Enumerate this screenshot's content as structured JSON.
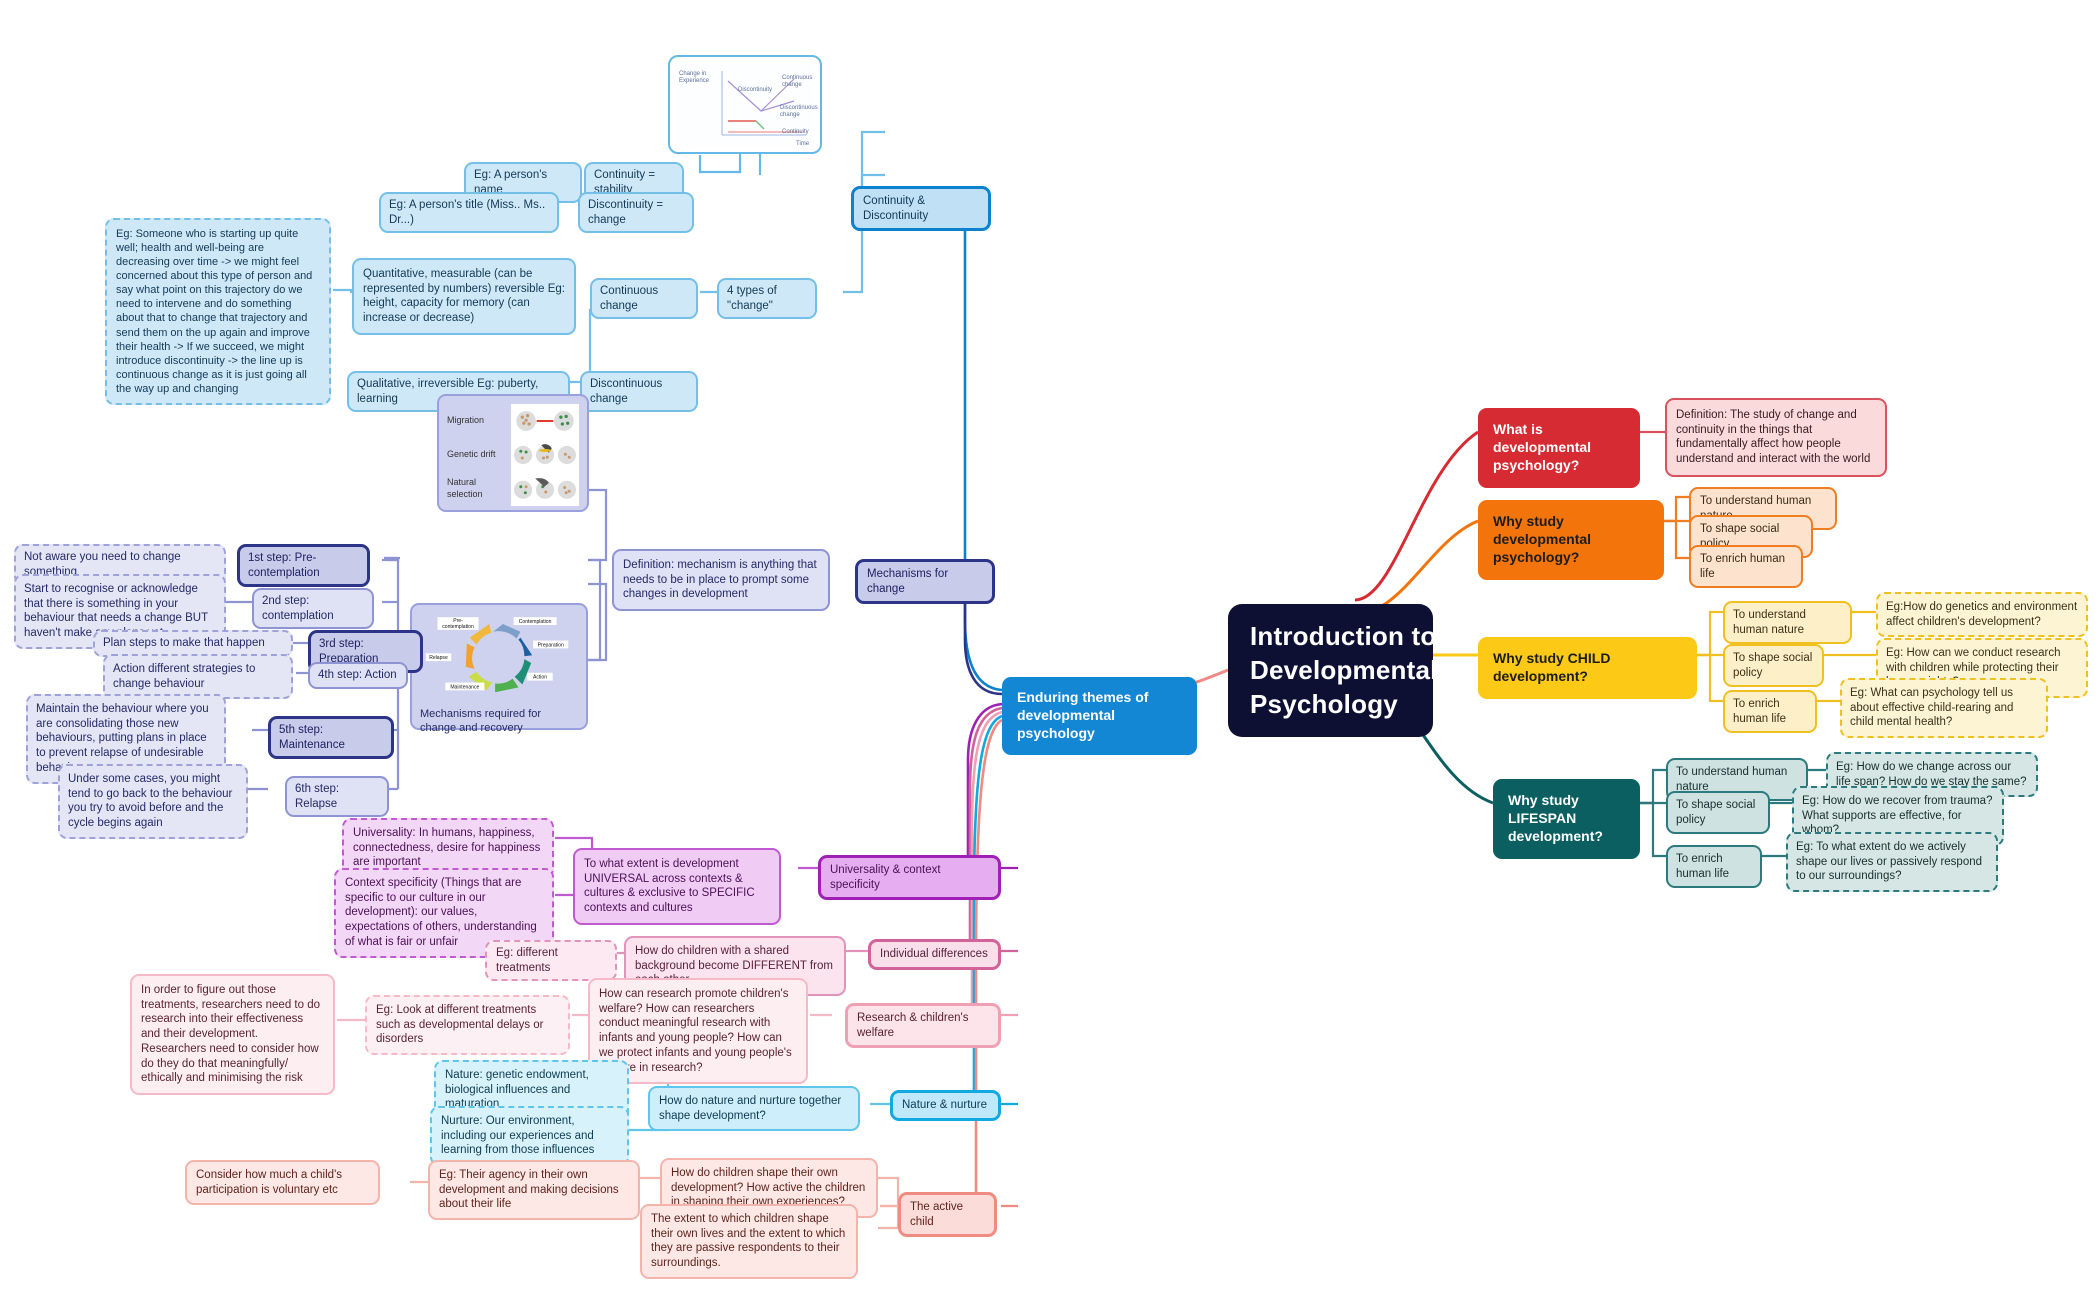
{
  "root": {
    "title": "Introduction to Developmental Psychology"
  },
  "branches": {
    "what_is": {
      "label": "What is developmental psychology?",
      "children": [
        "Definition: The study of change and continuity in the things that fundamentally affect how people understand and interact with the world"
      ]
    },
    "why_study": {
      "label": "Why study developmental psychology?",
      "children": [
        "To understand human nature",
        "To shape social policy",
        "To enrich human life"
      ]
    },
    "why_child": {
      "label": "Why study CHILD development?",
      "children": [
        {
          "label": "To understand human nature",
          "example": "Eg:How do genetics and environment affect children's development?"
        },
        {
          "label": "To shape social policy",
          "example": "Eg: How can we conduct research with children while protecting their human rights?"
        },
        {
          "label": "To enrich human life",
          "example": "Eg: What can psychology tell us about effective child-rearing and child mental health?"
        }
      ]
    },
    "why_lifespan": {
      "label": "Why study LIFESPAN development?",
      "children": [
        {
          "label": "To understand human nature",
          "example": "Eg: How do we change across our life span? How do we stay the same?"
        },
        {
          "label": "To shape social policy",
          "example": "Eg: How do we recover from trauma? What supports are effective, for whom?"
        },
        {
          "label": "To enrich human life",
          "example": "Eg: To what extent do we actively shape our lives or passively respond to our surroundings?"
        }
      ]
    },
    "enduring": {
      "label": "Enduring themes of developmental psychology",
      "themes": {
        "continuity": {
          "label": "Continuity & Discontinuity",
          "chart": {
            "ylabel": "Change in Experience",
            "xlabel": "Time",
            "annotations": [
              "Discontinuity",
              "Continuous change",
              "Discontinuous change",
              "Continuity"
            ]
          },
          "pairs": [
            {
              "node": "Continuity = stability",
              "example": "Eg: A person's name"
            },
            {
              "node": "Discontinuity = change",
              "example": "Eg: A person's title (Miss.. Ms.. Dr...)"
            }
          ],
          "four_types": {
            "label": "4 types of \"change\"",
            "items": [
              {
                "node": "Continuous change",
                "detail": "Quantitative, measurable (can be represented by numbers) reversible Eg: height, capacity for memory (can increase or decrease)"
              },
              {
                "node": "Discontinuous change",
                "detail": "Qualitative, irreversible Eg: puberty, learning"
              }
            ],
            "long_note": "Eg: Someone who is starting up quite well; health and well-being are decreasing over time -> we might feel concerned about this type of person and say what point on this trajectory do we need to intervene and do something about that to change that trajectory and send them on the up again and improve their health -> If we succeed, we might introduce discontinuity -> the line up is continuous change as it is just going all the way up and changing"
          }
        },
        "mechanisms": {
          "label": "Mechanisms for change",
          "definition": "Definition: mechanism is anything that needs to be in place to prompt some changes in development",
          "evolution_image": {
            "rows": [
              "Migration",
              "Genetic drift",
              "Natural selection"
            ]
          },
          "cycle_image": {
            "caption": "Mechanisms required for change and recovery",
            "labels": [
              "Pre-contemplation",
              "Contemplation",
              "Preparation",
              "Action",
              "Maintenance",
              "Relapse"
            ]
          },
          "steps": [
            {
              "node": "1st step: Pre-contemplation",
              "detail": "Not aware you need to change something"
            },
            {
              "node": "2nd step: contemplation",
              "detail": "Start to recognise or acknowledge that there is something in your behaviour that needs a change BUT haven't make any plans yet"
            },
            {
              "node": "3rd step: Preparation",
              "detail": "Plan steps to make that happen"
            },
            {
              "node": "4th step: Action",
              "detail": "Action different strategies to change behaviour"
            },
            {
              "node": "5th step: Maintenance",
              "detail": "Maintain the behaviour where you are consolidating those new behaviours, putting plans in place to prevent relapse of undesirable behaviour"
            },
            {
              "node": "6th step: Relapse",
              "detail": "Under some cases, you might tend to go back to the behaviour you try to avoid before and the cycle begins again"
            }
          ]
        },
        "universality": {
          "label": "Universality & context specificity",
          "question": "To what extent is development UNIVERSAL across contexts & cultures & exclusive to SPECIFIC contexts and cultures",
          "details": [
            "Universality: In humans, happiness, connectedness, desire for happiness are important",
            "Context specificity (Things that are specific to our culture in our development): our values, expectations of others, understanding of what is fair or unfair"
          ]
        },
        "individual": {
          "label": "Individual differences",
          "question": "How do children with a shared background become DIFFERENT from each other",
          "example": "Eg: different treatments"
        },
        "research": {
          "label": "Research & children's welfare",
          "question": "How can research promote children's welfare? How can researchers conduct meaningful research with infants and young people? How can we protect infants and young people's welfare in research?",
          "example": "Eg: Look at different treatments such as developmental delays or disorders",
          "note": "In order to figure out those treatments, researchers need to do research into their effectiveness and their development. Researchers need to consider how do they do that meaningfully/ ethically and minimising the risk"
        },
        "nature": {
          "label": "Nature & nurture",
          "question": "How do nature and nurture together shape development?",
          "details": [
            "Nature: genetic endowment, biological influences and maturation",
            "Nurture: Our environment, including our experiences and learning from those influences"
          ]
        },
        "active_child": {
          "label": "The active child",
          "questions": [
            "How do children shape their own development? How active the children in shaping their own experiences?",
            "The extent to which children shape their own lives and the extent to which they are passive respondents to their surroundings."
          ],
          "example": "Eg: Their agency in their own development and making decisions about their life",
          "note": "Consider how much a child's participation is voluntary etc"
        }
      }
    }
  },
  "colors": {
    "root_bg": "#0d1033",
    "red": "#d62b33",
    "orange": "#f3740b",
    "yellow": "#fbc916",
    "teal": "#0b5f61",
    "blue": "#1386d4",
    "purple": "#2c3487",
    "magenta": "#a01fb5",
    "pink": "#d1629a",
    "rose": "#f0a0b5",
    "cyan": "#11a9e0",
    "salmon": "#ef8b80"
  }
}
